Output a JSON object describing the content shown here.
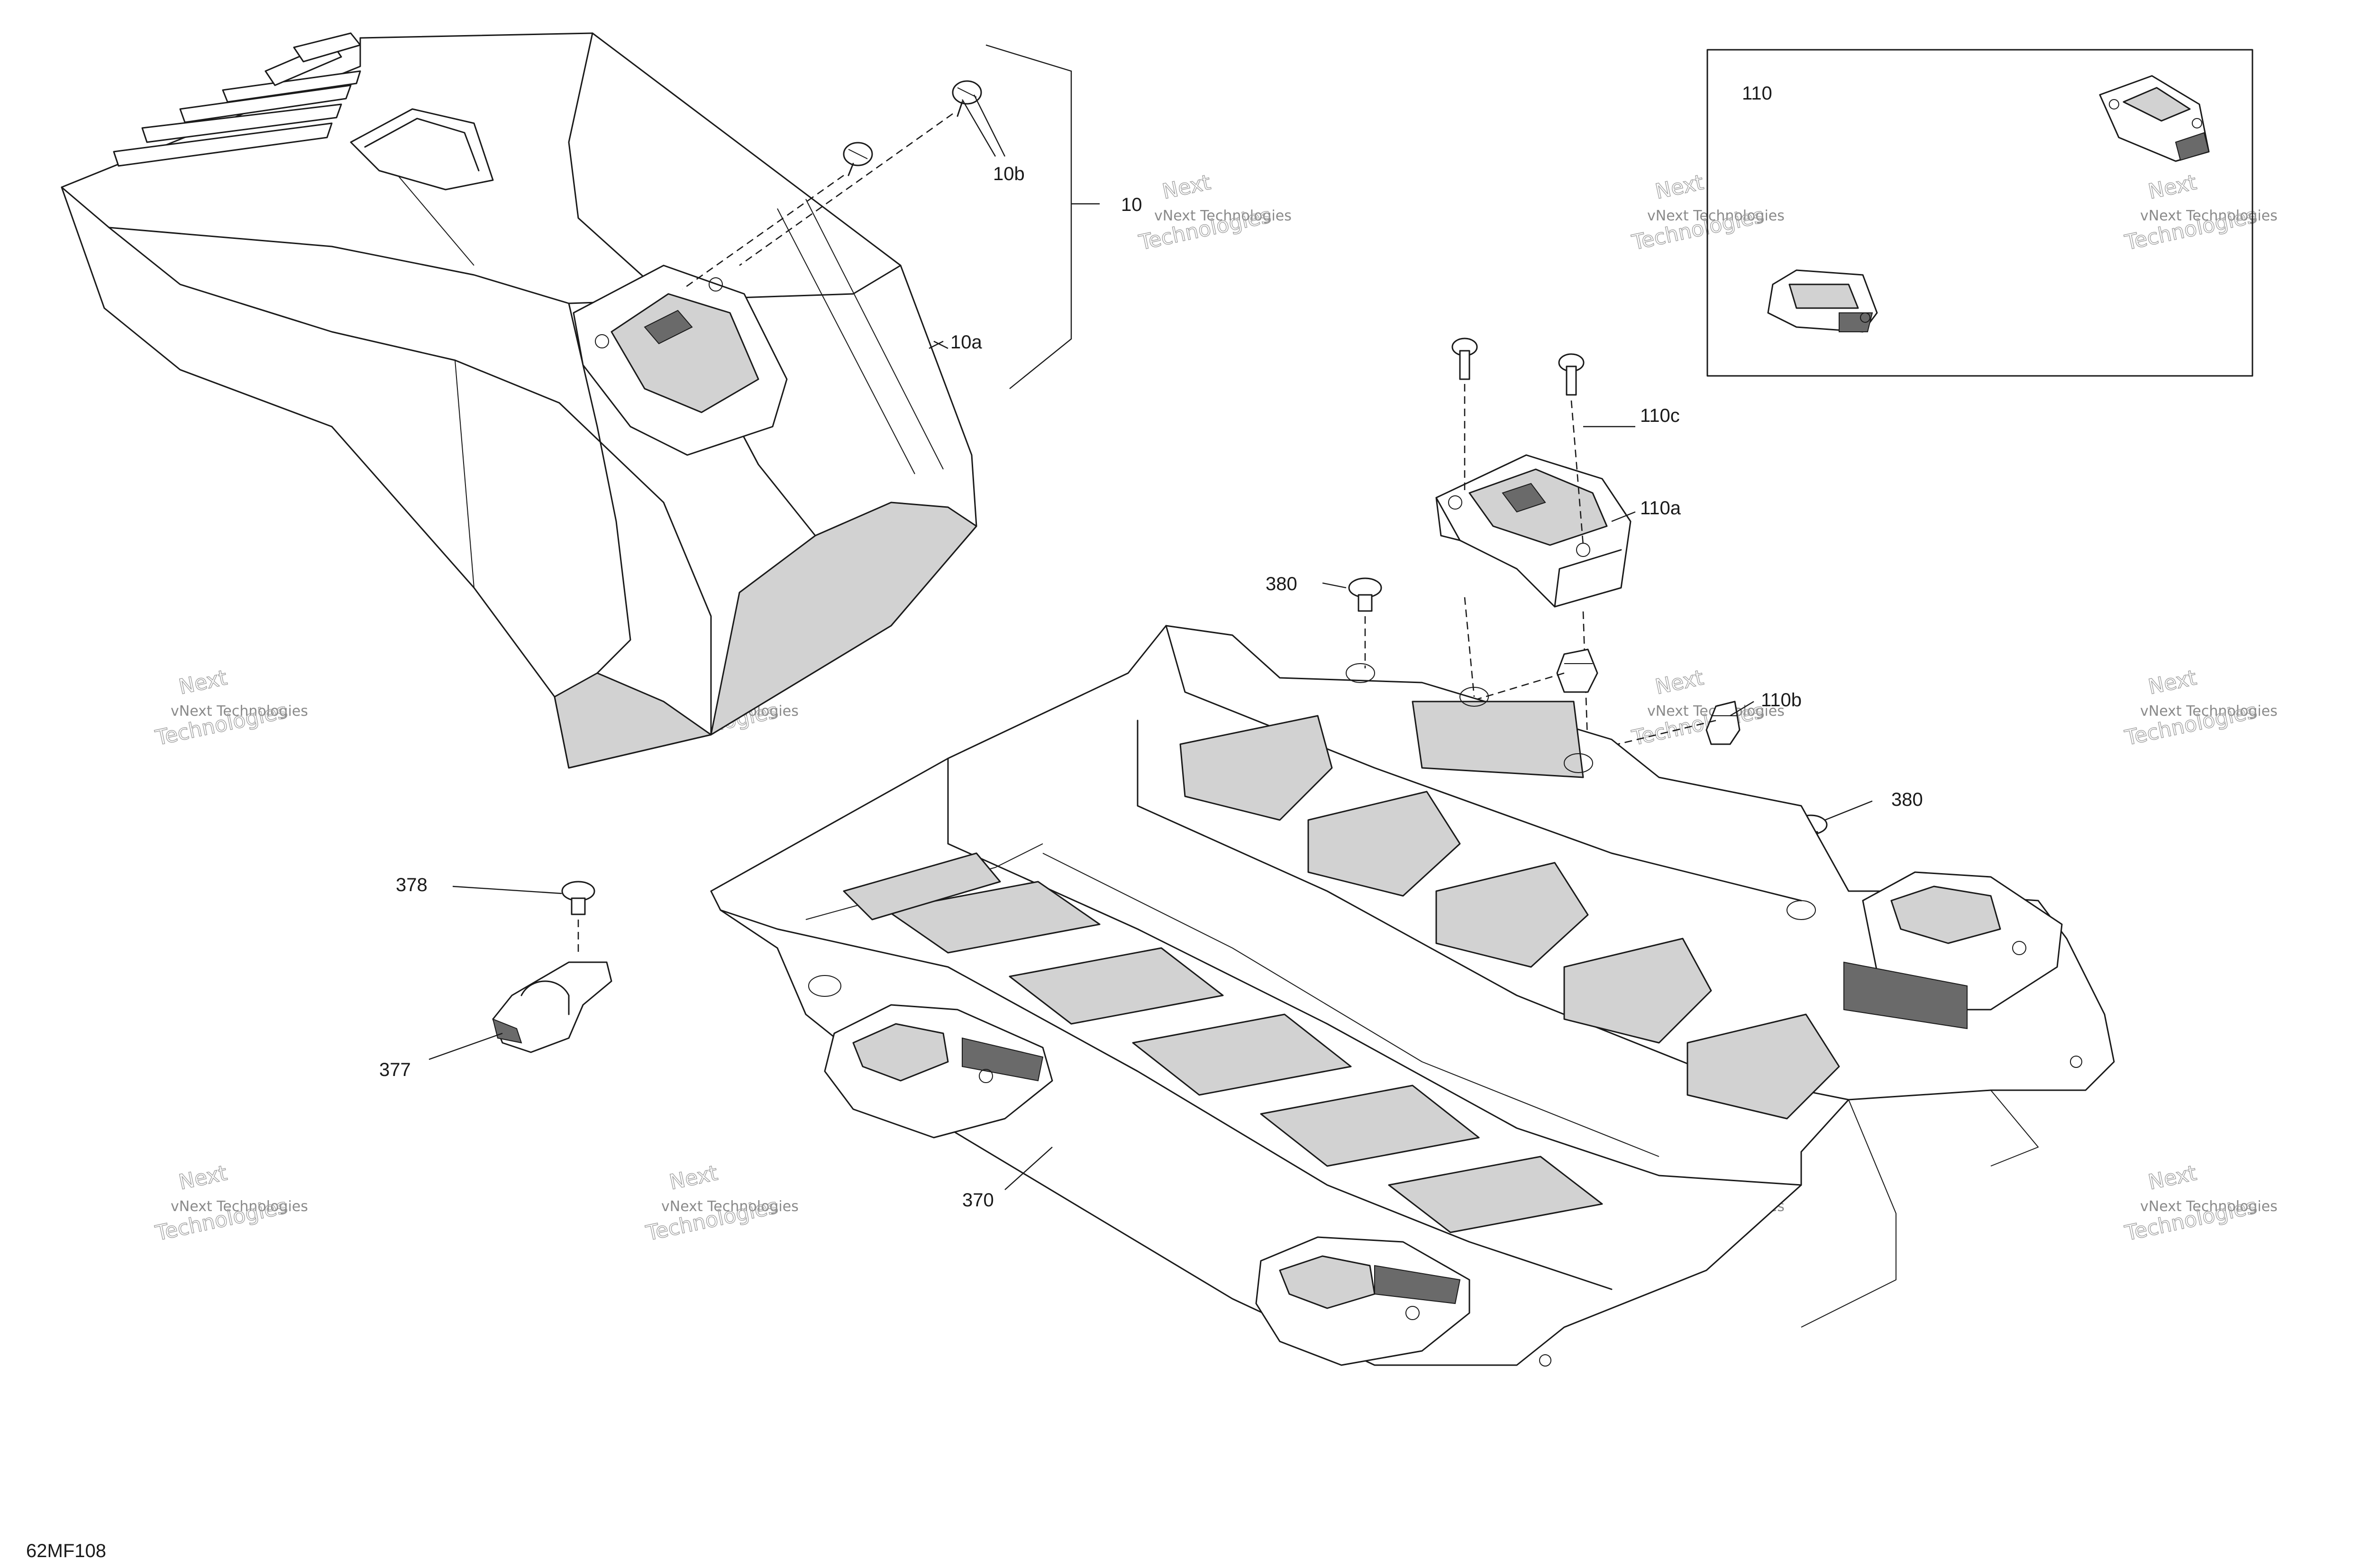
{
  "diagram": {
    "code": "62MF108",
    "callouts": [
      {
        "id": "10",
        "text": "10"
      },
      {
        "id": "10a",
        "text": "10a"
      },
      {
        "id": "10b",
        "text": "10b"
      },
      {
        "id": "110",
        "text": "110"
      },
      {
        "id": "110a",
        "text": "110a"
      },
      {
        "id": "110b",
        "text": "110b"
      },
      {
        "id": "110c",
        "text": "110c"
      },
      {
        "id": "370",
        "text": "370"
      },
      {
        "id": "377",
        "text": "377"
      },
      {
        "id": "378",
        "text": "378"
      },
      {
        "id": "380a",
        "text": "380"
      },
      {
        "id": "380b",
        "text": "380"
      }
    ]
  },
  "watermark": {
    "line1": "vNext Technologies",
    "line2": "Technologies",
    "big": "Next"
  }
}
